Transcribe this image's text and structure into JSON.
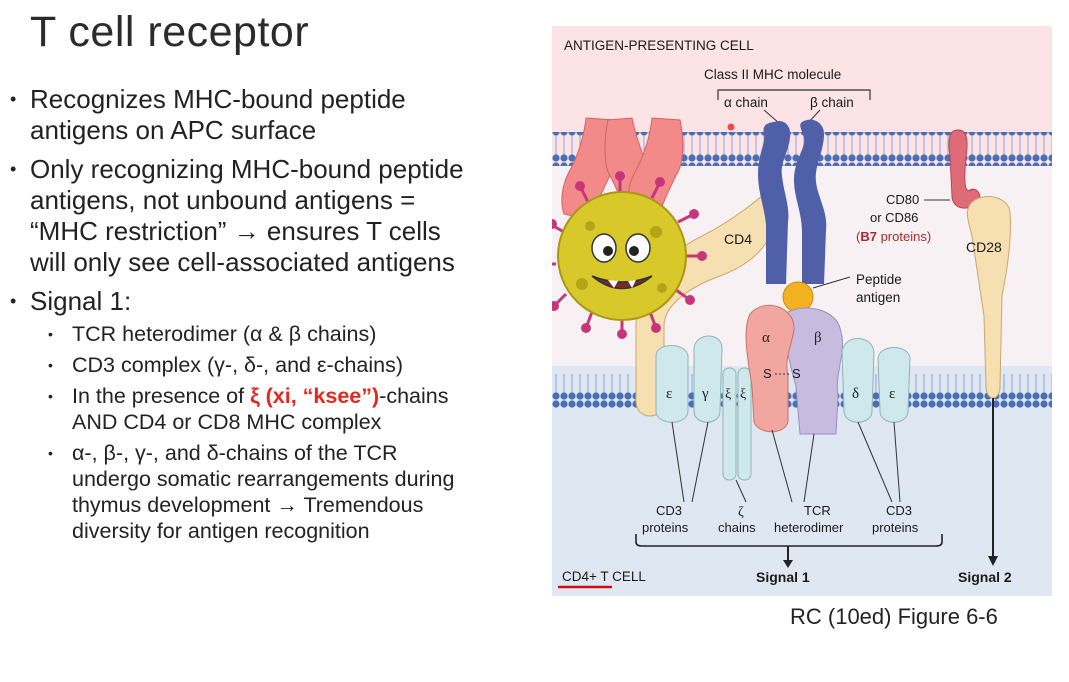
{
  "slide": {
    "title": "T cell receptor",
    "bullets": [
      {
        "text": "Recognizes MHC-bound peptide antigens on APC surface"
      },
      {
        "text": "Only recognizing MHC-bound peptide antigens, not unbound antigens = “MHC restriction” → ensures T cells will only see cell-associated antigens"
      },
      {
        "text": "Signal 1:"
      }
    ],
    "sub_bullets": {
      "s1": "TCR heterodimer (α & β chains)",
      "s2": "CD3 complex (γ-, δ-, and ε-chains)",
      "s3_before": "In the presence of ",
      "s3_highlight": "ξ (xi, “ksee”)",
      "s3_after": "-chains AND CD4 or CD8 MHC complex",
      "s4": "α-, β-, γ-, and δ-chains of the TCR undergo somatic rearrangements during thymus development → Tremendous diversity for antigen recognition"
    },
    "caption": "RC (10ed) Figure 6-6"
  },
  "figure": {
    "apc_label": "ANTIGEN-PRESENTING CELL",
    "mhc_label": "Class II MHC molecule",
    "alpha_chain": "α chain",
    "beta_chain": "β chain",
    "cd4": "CD4",
    "cd80_line1": "CD80",
    "cd80_line2": "or CD86",
    "b7_open": "(",
    "b7_bold": "B7",
    "b7_rest": " proteins)",
    "cd28": "CD28",
    "peptide_line1": "Peptide",
    "peptide_line2": "antigen",
    "tcr_alpha": "α",
    "tcr_beta": "β",
    "disulfide_left": "S",
    "disulfide_right": "S",
    "epsilon_left": "ε",
    "gamma": "γ",
    "xi_1": "ξ",
    "xi_2": "ξ",
    "delta": "δ",
    "epsilon_right": "ε",
    "cd3_left_1": "CD3",
    "cd3_left_2": "proteins",
    "zeta": "ζ",
    "zeta_chains": "chains",
    "tcr_1": "TCR",
    "tcr_2": "heterodimer",
    "cd3_right_1": "CD3",
    "cd3_right_2": "proteins",
    "tcell_label": "CD4+ T CELL",
    "signal1": "Signal 1",
    "signal2": "Signal 2",
    "colors": {
      "apc_bg": "#fbe3e6",
      "tcell_bg": "#dfe7f2",
      "membrane": "#4a6fb5",
      "mhc": "#4f5fa8",
      "cd4": "#f6dfb0",
      "tcr_alpha": "#f1a7a0",
      "tcr_beta": "#c7bce0",
      "cd3": "#cfe8ec",
      "peptide": "#f3b321",
      "b7": "#e06b78",
      "b7_text": "#b0272f",
      "virus": "#d8c82a",
      "virus_spikes": "#c8367a",
      "hands": "#f28a8a",
      "underline": "#d01010"
    }
  }
}
